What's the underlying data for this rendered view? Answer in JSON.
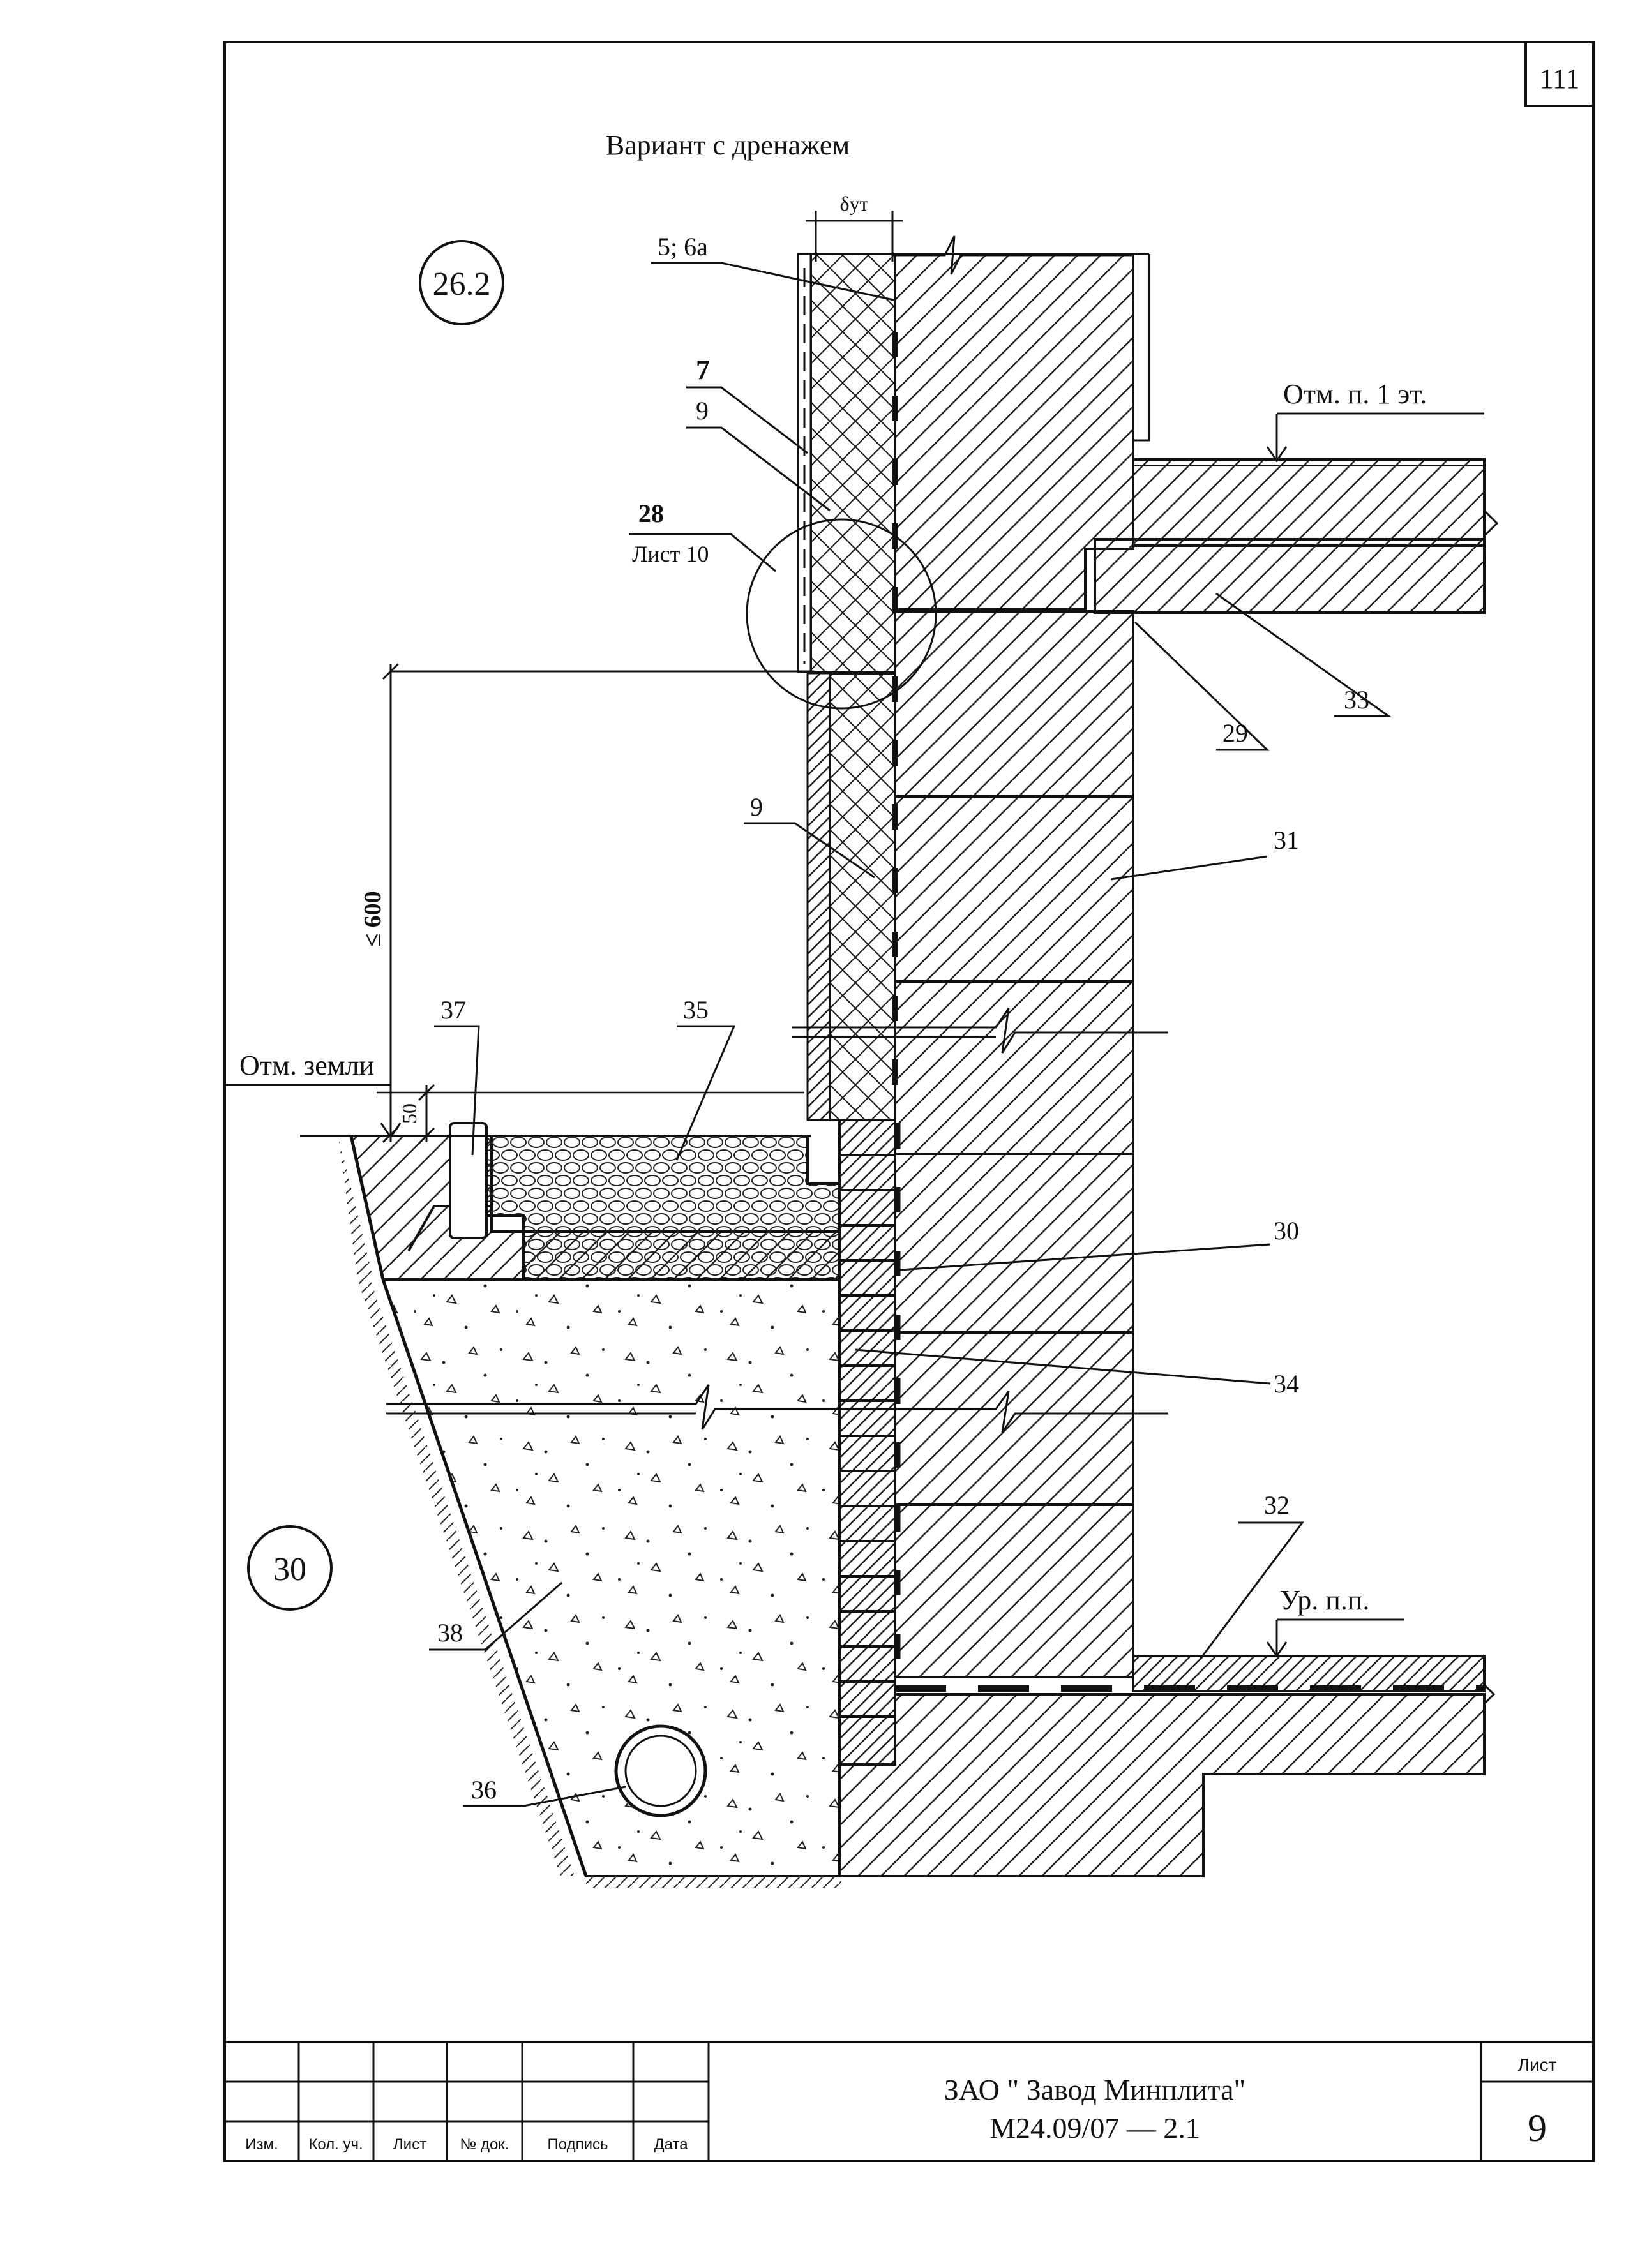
{
  "sheet": {
    "corner_number": "111",
    "variant_title": "Вариант с дренажем",
    "node_26_2": "26.2",
    "node_30": "30"
  },
  "dims": {
    "delta": "δут",
    "h600": "≤ 600",
    "d50": "50"
  },
  "labels": {
    "l5_6a": "5; 6а",
    "l7": "7",
    "l9a": "9",
    "l28": "28",
    "l28_sheet": "Лист 10",
    "l9b": "9",
    "l29": "29",
    "l31": "31",
    "l33": "33",
    "l35": "35",
    "l37": "37",
    "l30": "30",
    "l34": "34",
    "l32": "32",
    "l38": "38",
    "l36": "36"
  },
  "levels": {
    "floor1": "Отм. п. 1 эт.",
    "ground": "Отм. земли",
    "floor_level": "Ур. п.п."
  },
  "title_block": {
    "company": "ЗАО \" Завод Минплита\"",
    "code": "М24.09/07 — 2.1",
    "sheet_label": "Лист",
    "sheet_no": "9",
    "columns": [
      "Изм.",
      "Кол. уч.",
      "Лист",
      "№ док.",
      "Подпись",
      "Дата"
    ]
  }
}
